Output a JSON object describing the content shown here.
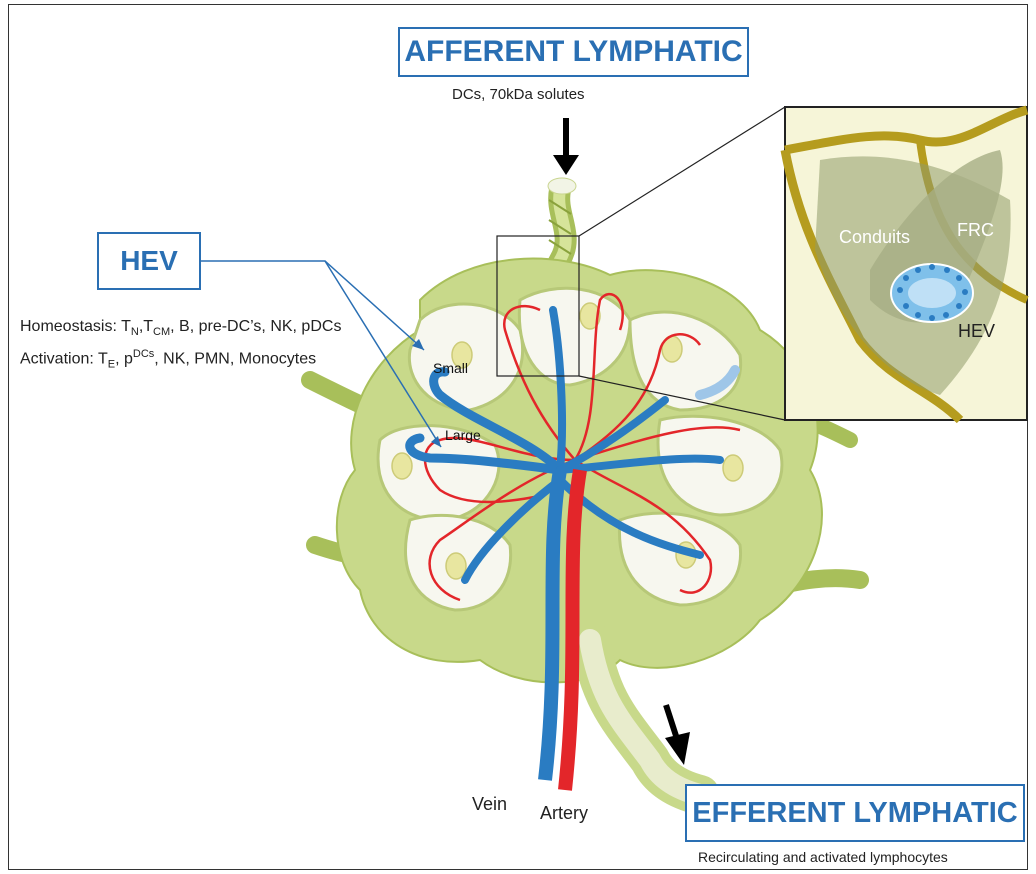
{
  "afferent": {
    "title": "AFFERENT LYMPHATIC",
    "subtitle": "DCs, 70kDa solutes"
  },
  "hev": {
    "title": "HEV",
    "homeostasis": {
      "prefix": "Homeostasis: T",
      "sub1": "N",
      "mid1": ",T",
      "sub2": "CM",
      "suffix": ", B, pre-DC’s, NK, pDCs"
    },
    "activation": {
      "prefix": "Activation: T",
      "sub1": "E",
      "mid1": ", p",
      "sup1": "DCs",
      "suffix": ", NK, PMN, Monocytes"
    },
    "small_label": "Small",
    "large_label": "Large"
  },
  "inset": {
    "conduits": "Conduits",
    "frc": "FRC",
    "hev": "HEV"
  },
  "vessels": {
    "vein": "Vein",
    "artery": "Artery"
  },
  "efferent": {
    "title": "EFFERENT LYMPHATIC",
    "subtitle": "Recirculating and activated lymphocytes"
  },
  "colors": {
    "hev_blue": "#2a6fb3",
    "artery_red": "#e3262a",
    "vein_blue": "#2a7cc2",
    "node_green": "#c8d98a",
    "capsule_light": "#f4f6e8"
  }
}
